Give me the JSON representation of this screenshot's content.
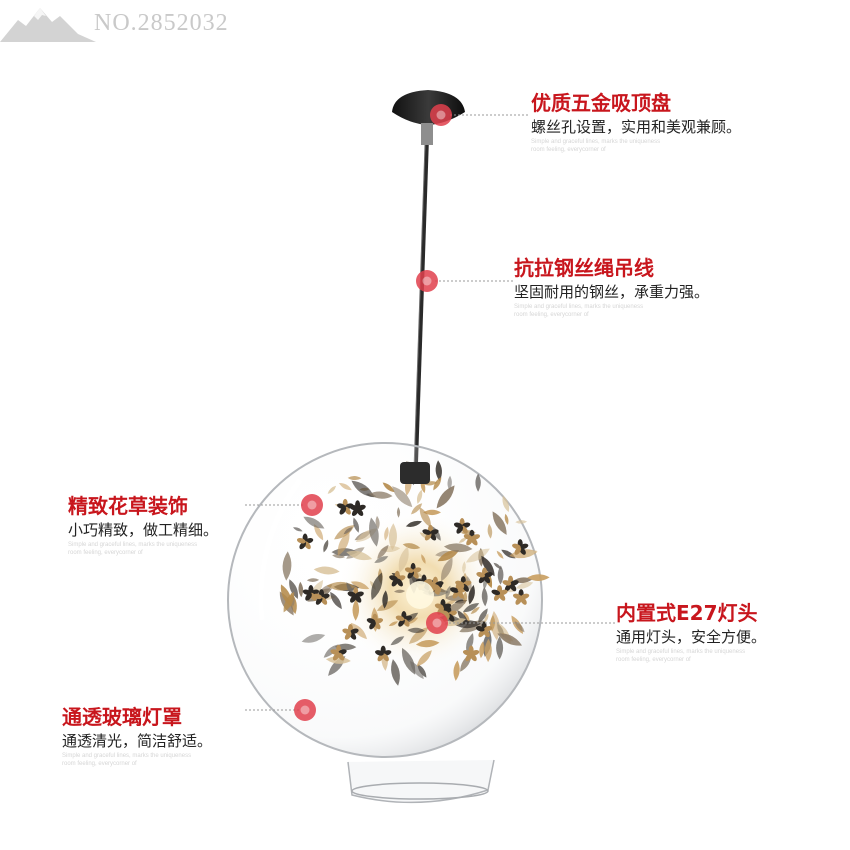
{
  "watermark": {
    "text": "NO.2852032"
  },
  "callouts": [
    {
      "title": "优质五金吸顶盘",
      "subtitle": "螺丝孔设置，实用和美观兼顾。",
      "fine_1": "Simple and graceful lines, marks the uniqueness",
      "fine_2": "room feeling, everycorner of"
    },
    {
      "title": "抗拉钢丝绳吊线",
      "subtitle": "坚固耐用的钢丝，承重力强。",
      "fine_1": "Simple and graceful lines, marks the uniqueness",
      "fine_2": "room feeling, everycorner of"
    },
    {
      "title": "精致花草装饰",
      "subtitle": "小巧精致，做工精细。",
      "fine_1": "Simple and graceful lines, marks the uniqueness",
      "fine_2": "room feeling, everycorner of"
    },
    {
      "title": "内置式E27灯头",
      "subtitle": "通用灯头，安全方便。",
      "fine_1": "Simple and graceful lines, marks the uniqueness",
      "fine_2": "room feeling, everycorner of"
    },
    {
      "title": "通透玻璃灯罩",
      "subtitle": "通透清光，简洁舒适。",
      "fine_1": "Simple and graceful lines, marks the uniqueness",
      "fine_2": "room feeling, everycorner of"
    }
  ],
  "colors": {
    "marker": "#e0404c",
    "title_red": "#c8161d",
    "canopy": "#1e1e1e",
    "glass_edge": "#b9bcc0",
    "gold": "#b48a4a",
    "dark_leaf": "#3a3530"
  }
}
